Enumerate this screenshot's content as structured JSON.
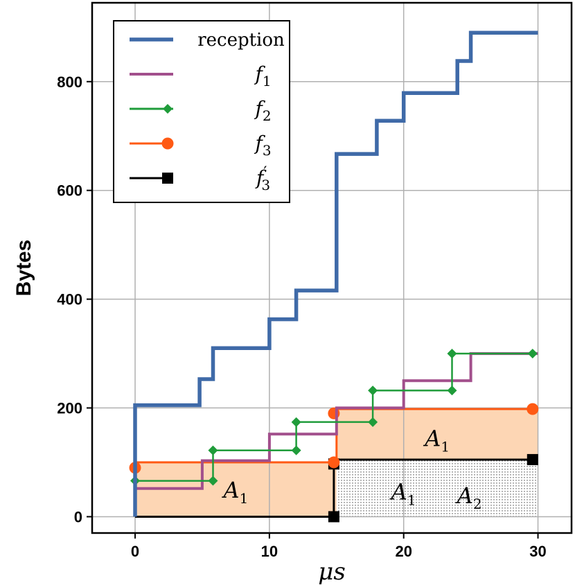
{
  "chart_data": {
    "type": "line",
    "xlabel": "μs",
    "ylabel": "Bytes",
    "xlim": [
      -3.2,
      32.5
    ],
    "ylim": [
      -30,
      945
    ],
    "xticks": [
      0,
      10,
      20,
      30
    ],
    "yticks": [
      0,
      200,
      400,
      600,
      800
    ],
    "grid": true,
    "legend_position": "top-left",
    "series": [
      {
        "name": "reception",
        "key": "reception",
        "color": "#3f6aa8",
        "marker": "none",
        "points": [
          [
            0,
            0
          ],
          [
            0,
            205
          ],
          [
            4.8,
            205
          ],
          [
            4.8,
            253
          ],
          [
            5.8,
            253
          ],
          [
            5.8,
            310
          ],
          [
            10,
            310
          ],
          [
            10,
            363
          ],
          [
            12,
            363
          ],
          [
            12,
            416
          ],
          [
            15,
            416
          ],
          [
            15,
            667
          ],
          [
            18,
            667
          ],
          [
            18,
            728
          ],
          [
            20,
            728
          ],
          [
            20,
            779
          ],
          [
            24,
            779
          ],
          [
            24,
            838
          ],
          [
            25,
            838
          ],
          [
            25,
            890
          ],
          [
            30,
            890
          ]
        ]
      },
      {
        "name": "f1",
        "key": "f1",
        "color": "#a24f8c",
        "marker": "none",
        "points": [
          [
            0,
            0
          ],
          [
            0,
            52
          ],
          [
            5,
            52
          ],
          [
            5,
            103
          ],
          [
            10,
            103
          ],
          [
            10,
            152
          ],
          [
            15,
            152
          ],
          [
            15,
            200
          ],
          [
            20,
            200
          ],
          [
            20,
            250
          ],
          [
            25,
            250
          ],
          [
            25,
            300
          ],
          [
            30,
            300
          ]
        ]
      },
      {
        "name": "f2",
        "key": "f2",
        "color": "#1f9c3a",
        "marker": "diamond",
        "marker_points": [
          [
            0,
            66
          ],
          [
            5.8,
            66
          ],
          [
            5.8,
            122
          ],
          [
            12,
            122
          ],
          [
            12,
            174
          ],
          [
            17.7,
            174
          ],
          [
            17.7,
            232
          ],
          [
            23.6,
            232
          ],
          [
            23.6,
            300
          ],
          [
            29.6,
            300
          ]
        ],
        "points": [
          [
            0,
            66
          ],
          [
            5.8,
            66
          ],
          [
            5.8,
            122
          ],
          [
            12,
            122
          ],
          [
            12,
            174
          ],
          [
            17.7,
            174
          ],
          [
            17.7,
            232
          ],
          [
            23.6,
            232
          ],
          [
            23.6,
            300
          ],
          [
            29.6,
            300
          ]
        ]
      },
      {
        "name": "f3",
        "key": "f3",
        "color": "#ff5a14",
        "marker": "circle",
        "marker_points": [
          [
            0,
            90
          ],
          [
            14.8,
            190
          ],
          [
            14.8,
            100
          ],
          [
            29.6,
            198
          ]
        ],
        "points": [
          [
            0,
            100
          ],
          [
            15,
            100
          ],
          [
            15,
            190
          ],
          [
            15,
            198
          ],
          [
            30,
            198
          ]
        ]
      },
      {
        "name": "f3'",
        "key": "f3prime",
        "color": "#000000",
        "marker": "square",
        "marker_points": [
          [
            14.8,
            0
          ],
          [
            14.8,
            97
          ],
          [
            29.6,
            105
          ]
        ],
        "points": [
          [
            0,
            0
          ],
          [
            14.8,
            0
          ],
          [
            14.8,
            97
          ],
          [
            15,
            97
          ],
          [
            15,
            105
          ],
          [
            30,
            105
          ]
        ]
      }
    ],
    "shaded_regions": [
      {
        "kind": "filled",
        "color": "#fdd6b4",
        "x0": 0,
        "x1": 15,
        "y0": 0,
        "y1": 100
      },
      {
        "kind": "filled",
        "color": "#fdd6b4",
        "x0": 15,
        "x1": 30,
        "y0": 105,
        "y1": 198
      },
      {
        "kind": "dotted",
        "x0": 15,
        "x1": 30,
        "y0": 0,
        "y1": 105
      }
    ],
    "annotations": [
      {
        "text": "A",
        "sub": "1",
        "x": 7.5,
        "y": 50
      },
      {
        "text": "A",
        "sub": "1",
        "x": 22.5,
        "y": 145
      },
      {
        "text": "A",
        "sub": "1",
        "x": 20.0,
        "y": 47
      },
      {
        "text": "A",
        "sub": "2",
        "x": 24.9,
        "y": 40
      }
    ]
  },
  "legend": {
    "entries": [
      {
        "key": "reception",
        "label": "reception",
        "math": false
      },
      {
        "key": "f1",
        "label": "f",
        "sub": "1",
        "math": true
      },
      {
        "key": "f2",
        "label": "f",
        "sub": "2",
        "math": true
      },
      {
        "key": "f3",
        "label": "f",
        "sub": "3",
        "math": true
      },
      {
        "key": "f3prime",
        "label": "f",
        "sub": "3",
        "prime": "′",
        "math": true
      }
    ]
  }
}
